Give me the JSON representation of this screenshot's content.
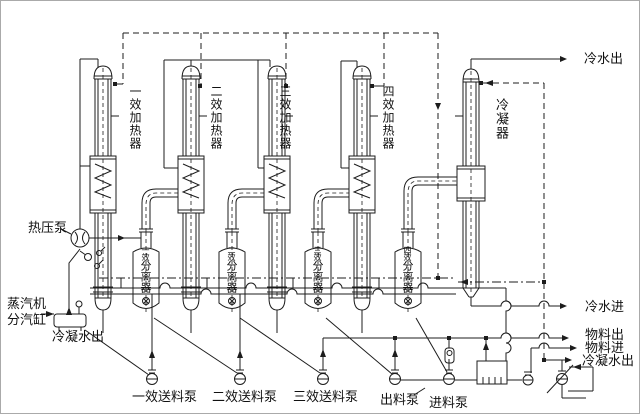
{
  "heaters": [
    {
      "label": "一效加热器"
    },
    {
      "label": "二效加热器"
    },
    {
      "label": "三效加热器"
    },
    {
      "label": "四效加热器"
    }
  ],
  "condenser": {
    "label": "冷凝器"
  },
  "separators": [
    {
      "prefix": "一效",
      "suffix": "分离器"
    },
    {
      "prefix": "二效",
      "suffix": "分离器"
    },
    {
      "prefix": "三效",
      "suffix": "分离器"
    },
    {
      "prefix": "四效",
      "suffix": "分离器"
    }
  ],
  "pumps": [
    {
      "label": "一效送料泵"
    },
    {
      "label": "二效送料泵"
    },
    {
      "label": "三效送料泵"
    },
    {
      "label": "出料泵"
    },
    {
      "label": "进料泵"
    }
  ],
  "left_labels": {
    "thermo_pump": "热压泵",
    "steam_line1": "蒸汽机",
    "steam_line2": "分汽缸",
    "condensate_out": "冷凝水出"
  },
  "right_labels": {
    "cold_water_out": "冷水出",
    "cold_water_in": "冷水进",
    "material_out": "物料出",
    "material_in": "物料进",
    "condensate_out": "冷凝水出"
  },
  "colors": {
    "line": "#1c1c1c",
    "background": "#ffffff"
  }
}
